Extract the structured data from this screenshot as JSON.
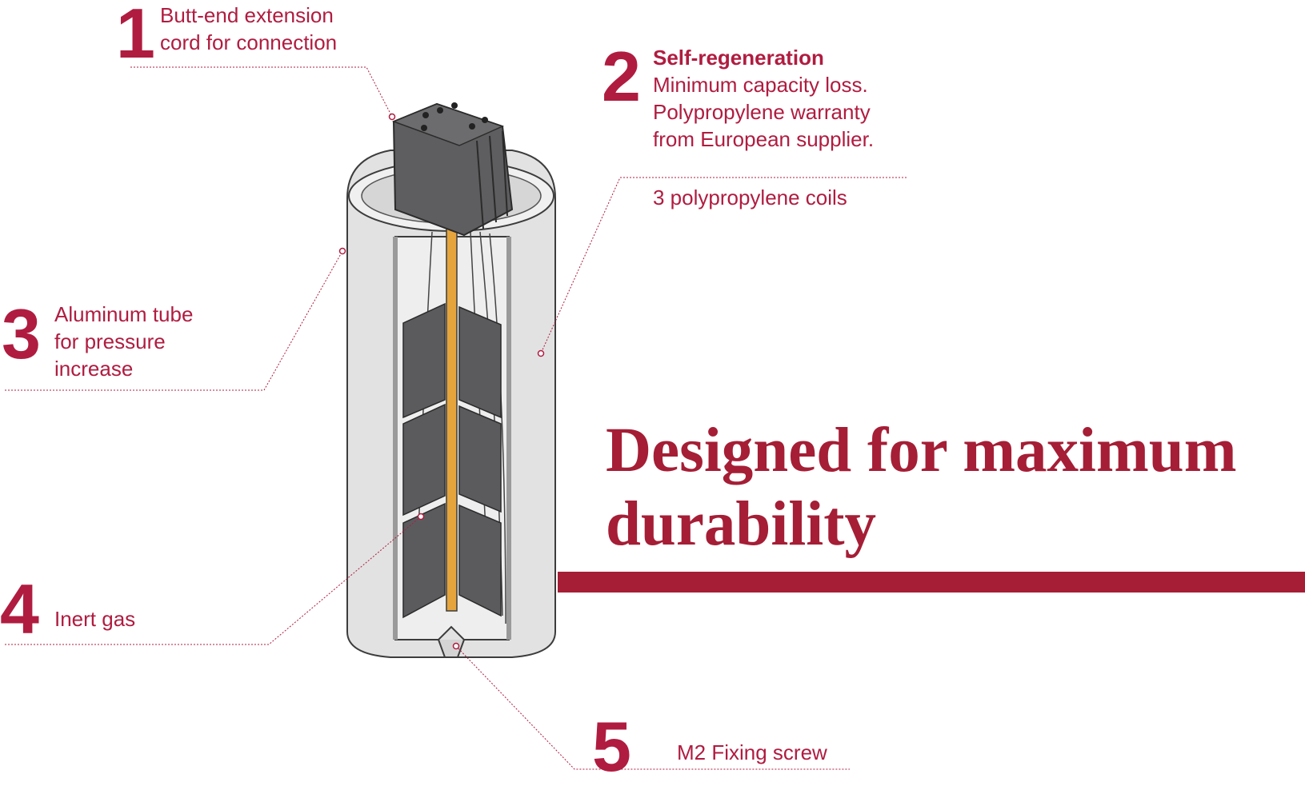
{
  "colors": {
    "accent": "#b01c40",
    "headline": "#a51e36",
    "copper": "#e6a43c",
    "coil": "#5b5b5e"
  },
  "callouts": [
    {
      "number": "1",
      "lines": [
        "Butt-end extension",
        "cord for connection"
      ]
    },
    {
      "number": "2",
      "title": "Self-regeneration",
      "lines": [
        "Minimum capacity loss.",
        "Polypropylene warranty",
        "from European supplier."
      ],
      "extra": "3 polypropylene coils"
    },
    {
      "number": "3",
      "lines": [
        "Aluminum tube",
        "for pressure",
        "increase"
      ]
    },
    {
      "number": "4",
      "lines": [
        "Inert gas"
      ]
    },
    {
      "number": "5",
      "lines": [
        "M2 Fixing screw"
      ]
    }
  ],
  "headline": {
    "line1": "Designed for maximum",
    "line2": "durability"
  }
}
